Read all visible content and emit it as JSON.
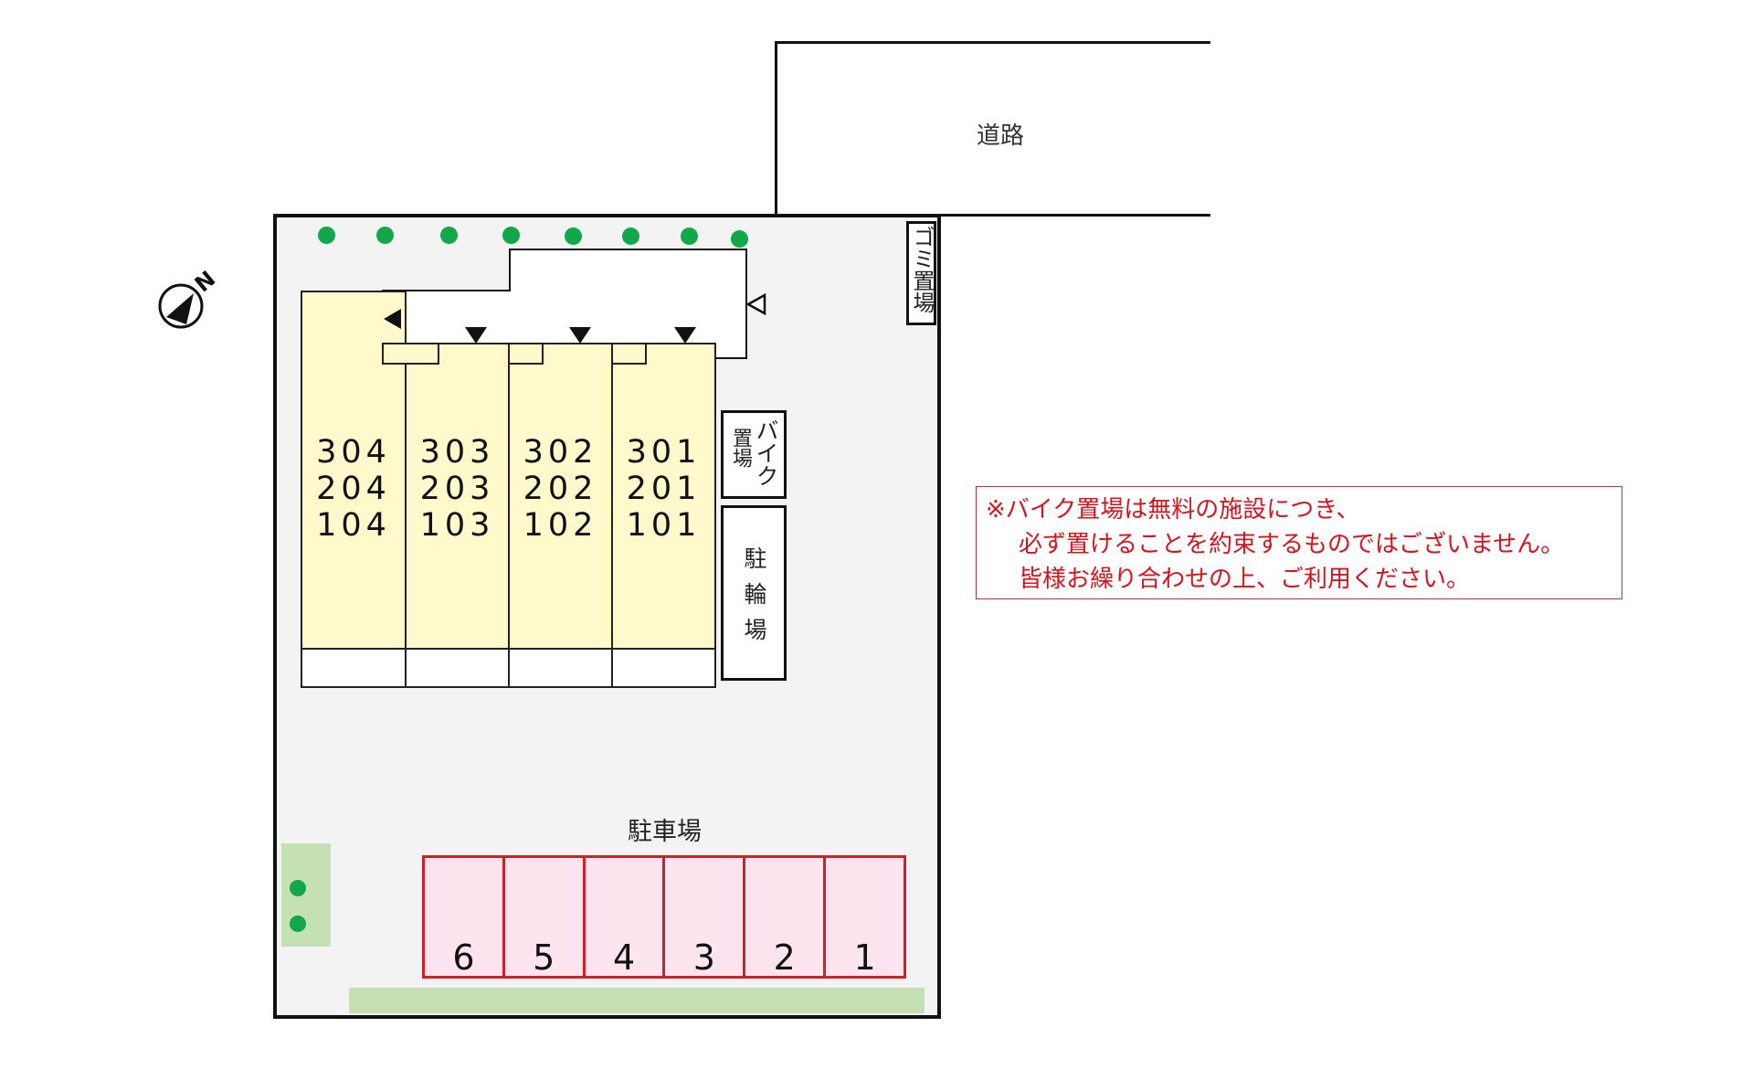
{
  "road": {
    "label": "道路"
  },
  "compass": {
    "label": "N"
  },
  "trash": {
    "label": "ゴミ置場"
  },
  "bike_parking": {
    "label_col1": "バイク",
    "label_col2": "置場"
  },
  "bicycle_parking": {
    "label": "駐輪場"
  },
  "building": {
    "units": [
      {
        "label": "304\n204\n104",
        "floors": [
          "304",
          "204",
          "104"
        ]
      },
      {
        "label": "303\n203\n103",
        "floors": [
          "303",
          "203",
          "103"
        ]
      },
      {
        "label": "302\n202\n102",
        "floors": [
          "302",
          "202",
          "102"
        ]
      },
      {
        "label": "301\n201\n101",
        "floors": [
          "301",
          "201",
          "101"
        ]
      }
    ]
  },
  "parking": {
    "label": "駐車場",
    "stalls": [
      "6",
      "5",
      "4",
      "3",
      "2",
      "1"
    ]
  },
  "note": {
    "lines": [
      "※バイク置場は無料の施設につき、",
      "必ず置けることを約束するものではございません。",
      "皆様お繰り合わせの上、ご利用ください。"
    ]
  },
  "colors": {
    "site_bg": "#f3f3f3",
    "unit_fill": "#fff9cc",
    "stall_fill": "#fde4ef",
    "stall_border": "#d0202a",
    "tree": "#10a84a",
    "greenery": "#c5e0b4",
    "note_text": "#d3151f"
  }
}
